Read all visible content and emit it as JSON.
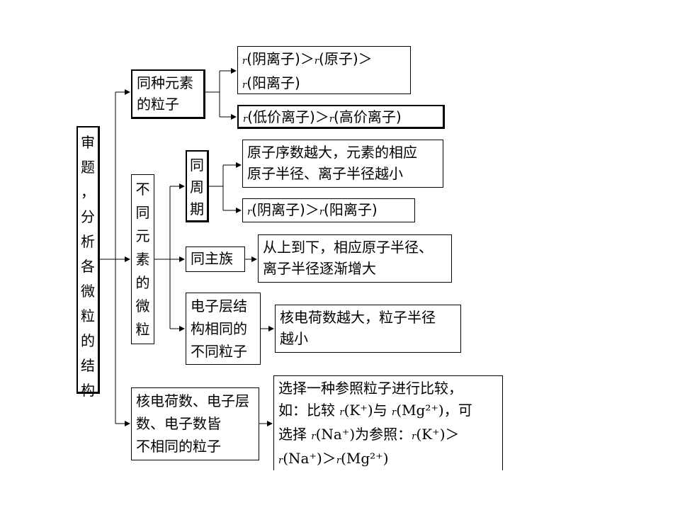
{
  "root": {
    "chars": [
      "审",
      "题",
      "，",
      "分",
      "析",
      "各",
      "微",
      "粒",
      "的",
      "结",
      "构"
    ]
  },
  "same_element": {
    "label_lines": [
      "同种元素",
      "的粒子"
    ],
    "rule1_lines": [
      [
        {
          "t": "r",
          "r": true
        },
        {
          "t": "(阴离子)＞"
        },
        {
          "t": "r",
          "r": true
        },
        {
          "t": "(原子)＞"
        }
      ],
      [
        {
          "t": "r",
          "r": true
        },
        {
          "t": "(阳离子)"
        }
      ]
    ],
    "rule2_lines": [
      [
        {
          "t": "r",
          "r": true
        },
        {
          "t": "(低价离子)＞"
        },
        {
          "t": "r",
          "r": true
        },
        {
          "t": "(高价离子)"
        }
      ]
    ]
  },
  "diff_element": {
    "chars": [
      "不",
      "同",
      "元",
      "素",
      "的",
      "微",
      "粒"
    ],
    "period": {
      "chars": [
        "同",
        "周",
        "期"
      ],
      "rule1_lines": [
        [
          {
            "t": "原子序数越大，元素的相应"
          }
        ],
        [
          {
            "t": "原子半径、离子半径越小"
          }
        ]
      ],
      "rule2_lines": [
        [
          {
            "t": "r",
            "r": true
          },
          {
            "t": "(阴离子)＞"
          },
          {
            "t": "r",
            "r": true
          },
          {
            "t": "(阳离子)"
          }
        ]
      ]
    },
    "group": {
      "label": "同主族",
      "rule_lines": [
        [
          {
            "t": "从上到下，相应原子半径、"
          }
        ],
        [
          {
            "t": "离子半径逐渐增大"
          }
        ]
      ]
    },
    "isoelectronic": {
      "label_lines": [
        "电子层结",
        "构相同的",
        "不同粒子"
      ],
      "rule_lines": [
        [
          {
            "t": "核电荷数越大，粒子半径"
          }
        ],
        [
          {
            "t": "越小"
          }
        ]
      ]
    }
  },
  "all_different": {
    "label_lines": [
      "核电荷数、电子层",
      "数、电子数皆",
      "不相同的粒子"
    ],
    "rule_lines": [
      [
        {
          "t": "选择一种参照粒子进行比较，"
        }
      ],
      [
        {
          "t": "如：比较 "
        },
        {
          "t": "r",
          "r": true
        },
        {
          "t": "(K⁺)",
          "s": true
        },
        {
          "t": "与 "
        },
        {
          "t": "r",
          "r": true
        },
        {
          "t": "(Mg²⁺)",
          "s": true
        },
        {
          "t": "，可"
        }
      ],
      [
        {
          "t": "选择 "
        },
        {
          "t": "r",
          "r": true
        },
        {
          "t": "(Na⁺)",
          "s": true
        },
        {
          "t": "为参照："
        },
        {
          "t": "r",
          "r": true
        },
        {
          "t": "(K⁺)＞",
          "s": true
        }
      ],
      [
        {
          "t": "r",
          "r": true
        },
        {
          "t": "(Na⁺)＞",
          "s": true
        },
        {
          "t": "r",
          "r": true
        },
        {
          "t": "(Mg²⁺)",
          "s": true
        }
      ]
    ]
  }
}
